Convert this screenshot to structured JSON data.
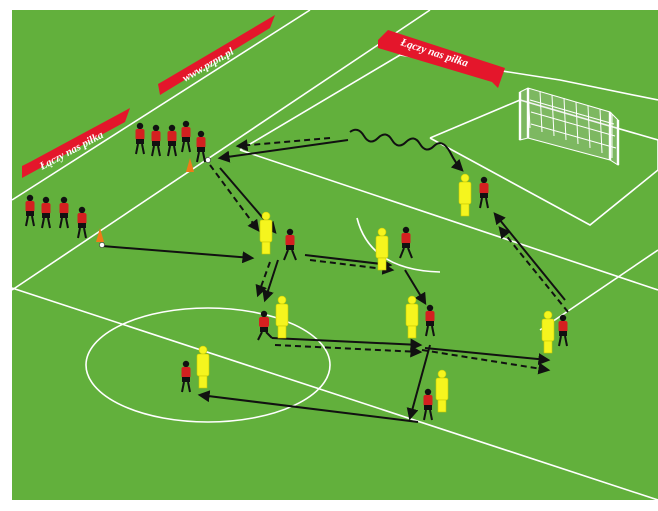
{
  "banners": [
    {
      "id": "left",
      "text": "Łączy nas piłka"
    },
    {
      "id": "middle",
      "text": "www.pzpn.pl"
    },
    {
      "id": "right",
      "text": "Łączy nas piłka"
    }
  ],
  "colors": {
    "grass": "#62b03c",
    "lines": "#ffffff",
    "banner": "#e4162b",
    "mannequin": "#f5f51e",
    "player_shirt": "#d42020",
    "player_shorts": "#111111",
    "cone": "#f07a18",
    "arrow": "#111111"
  },
  "icons": {
    "player": "player-figure-icon",
    "mannequin": "training-mannequin-icon",
    "cone": "training-cone-icon",
    "ball": "football-icon",
    "goal": "goal-net-icon"
  }
}
